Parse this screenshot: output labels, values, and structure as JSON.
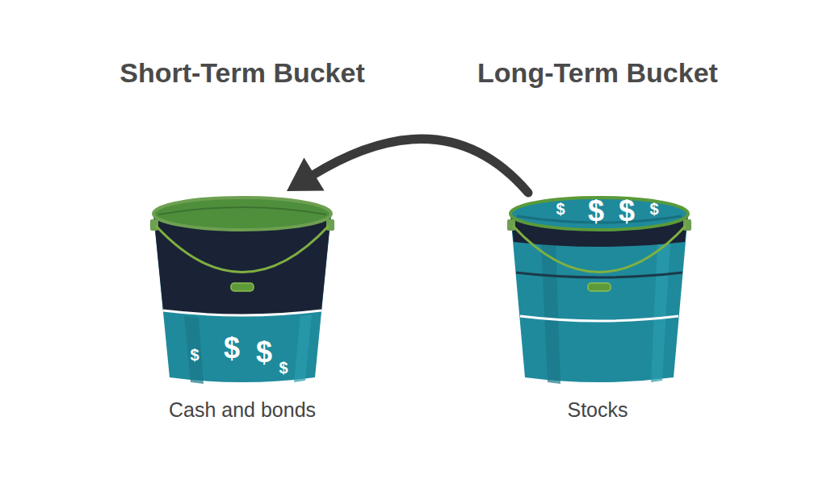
{
  "diagram": {
    "nodes": [
      {
        "text": [
          "Short-Term Bucket",
          "Cash and bonds"
        ]
      },
      {
        "text": [
          "Long-Term Bucket",
          "Stocks"
        ]
      }
    ],
    "edges": [
      {
        "from": 1,
        "to": 0,
        "arrow": "to"
      }
    ],
    "labels": [
      "$",
      "$",
      "$",
      "$",
      "$",
      "$",
      "$",
      "$"
    ]
  }
}
